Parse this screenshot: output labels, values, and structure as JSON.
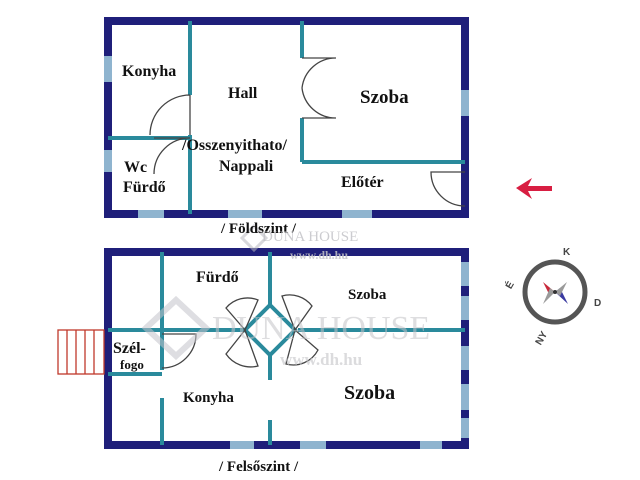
{
  "ground_floor": {
    "caption": "/ Földszint /",
    "rooms": {
      "konyha": "Konyha",
      "hall": "Hall",
      "szoba": "Szoba",
      "nappali_line1": "/Osszenyithato/",
      "nappali_line2": "Nappali",
      "wc_line1": "Wc",
      "wc_line2": "Fürdő",
      "eloter": "Előtér"
    }
  },
  "upper_floor": {
    "caption": "/ Felsőszint /",
    "rooms": {
      "furdo": "Fürdő",
      "szoba_small": "Szoba",
      "szelfogo_line1": "Szél-",
      "szelfogo_line2": "fogo",
      "konyha": "Konyha",
      "szoba_large": "Szoba"
    }
  },
  "watermark": {
    "brand": "DUNA HOUSE",
    "url": "www.dh.hu"
  },
  "compass": {
    "letters": [
      "K",
      "D",
      "NY",
      "É"
    ]
  },
  "colors": {
    "wall": "#1f1f7a",
    "partition": "#2a8a9c",
    "window": "#8fb4cf",
    "door": "#444444",
    "entrance_arrow": "#d81e42",
    "stairs": "#c0392b"
  }
}
